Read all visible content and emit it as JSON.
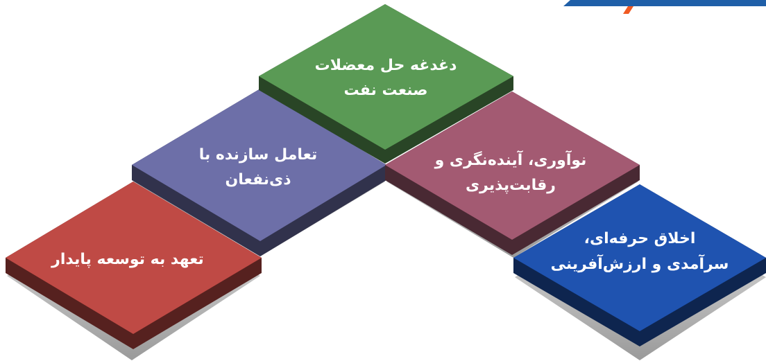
{
  "diagram": {
    "tiles": [
      {
        "id": "top",
        "color": "#5a9a55",
        "lines": [
          "دغدغه حل معضلات",
          "صنعت نفت"
        ]
      },
      {
        "id": "left-mid",
        "color": "#6d6fa8",
        "lines": [
          "تعامل سازنده با",
          "ذی‌نفعان"
        ]
      },
      {
        "id": "right-mid",
        "color": "#a35a72",
        "lines": [
          "نوآوری، آینده‌نگری و",
          "رقابت‌پذیری"
        ]
      },
      {
        "id": "left-bottom",
        "color": "#bf4a45",
        "lines": [
          "تعهد به توسعه پایدار"
        ]
      },
      {
        "id": "right-bottom",
        "color": "#1f53b0",
        "lines": [
          "اخلاق حرفه‌ای،",
          "سرآمدی و ارزش‌آفرینی"
        ]
      }
    ],
    "corner_banner_colors": [
      "#1f5fa8",
      "#f05a22"
    ]
  }
}
